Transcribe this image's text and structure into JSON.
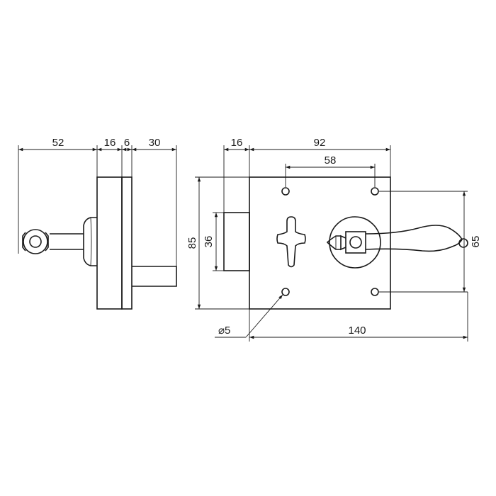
{
  "side_view": {
    "dims": [
      "52",
      "16",
      "6",
      "30"
    ]
  },
  "front_view": {
    "dims": {
      "plate_width_offset": "16",
      "plate_width": "92",
      "hole_spacing_horizontal": "58",
      "total_height": "85",
      "bolt_height": "36",
      "hole_spacing_vertical": "65",
      "overall_width": "140",
      "hole_diameter": "⌀5"
    }
  },
  "colors": {
    "line": "#1a1a1a",
    "background": "#ffffff"
  }
}
